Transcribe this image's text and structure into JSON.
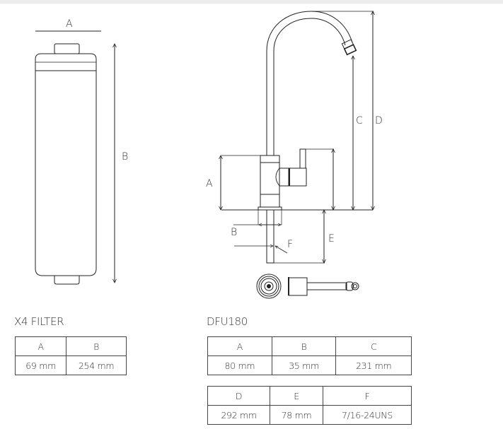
{
  "filter": {
    "title": "X4 FILTER",
    "dim_labels": {
      "a": "A",
      "b": "B"
    },
    "table": {
      "headers": [
        "A",
        "B"
      ],
      "values": [
        "69 mm",
        "254 mm"
      ]
    }
  },
  "faucet": {
    "title": "DFU180",
    "dim_labels": {
      "a": "A",
      "b": "B",
      "c": "C",
      "d": "D",
      "e": "E",
      "f": "F"
    },
    "table1": {
      "headers": [
        "A",
        "B",
        "C"
      ],
      "values": [
        "80 mm",
        "35 mm",
        "231 mm"
      ]
    },
    "table2": {
      "headers": [
        "D",
        "E",
        "F"
      ],
      "values": [
        "292 mm",
        "78 mm",
        "7/16-24UNS"
      ]
    }
  }
}
